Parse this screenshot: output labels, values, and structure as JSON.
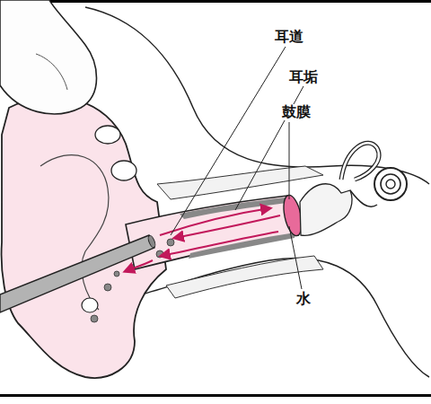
{
  "diagram": {
    "labels": [
      "耳道",
      "耳垢",
      "鼓膜",
      "水"
    ]
  }
}
